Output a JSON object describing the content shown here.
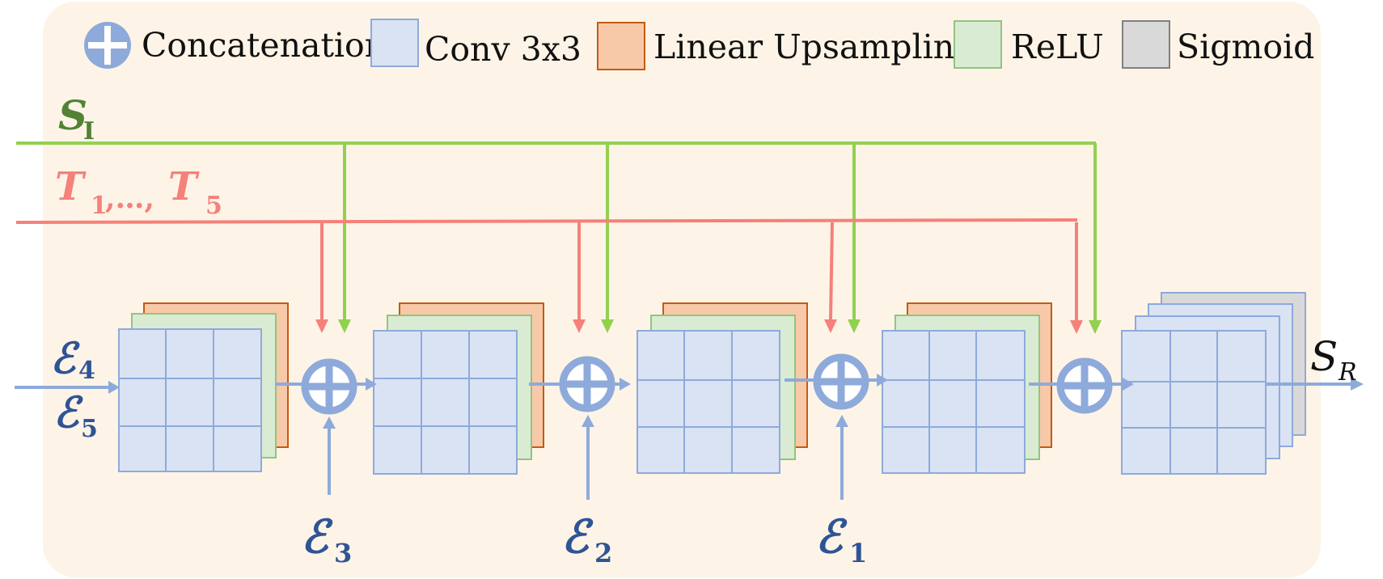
{
  "colors": {
    "background": "#fdf4e7",
    "conv_fill": "#dae3f3",
    "conv_stroke": "#8eaadb",
    "upsample_fill": "#f7c9a9",
    "upsample_stroke": "#c55a11",
    "relu_fill": "#d9ecd3",
    "relu_stroke": "#93c47d",
    "sigmoid_fill": "#d9d9d9",
    "sigmoid_stroke": "#808080",
    "concat": "#8eaadb",
    "green_line": "#92d050",
    "red_line": "#f4817a",
    "arrow_blue": "#8eaadb",
    "enc_text": "#2f5496",
    "s_text": "#538135",
    "t_text": "#f4817a"
  },
  "legend": [
    {
      "label": "Concatenation",
      "icon": "concat-icon"
    },
    {
      "label": "Conv 3x3",
      "icon": "conv-swatch"
    },
    {
      "label": "Linear Upsampling",
      "icon": "upsample-swatch"
    },
    {
      "label": "ReLU",
      "icon": "relu-swatch"
    },
    {
      "label": "Sigmoid",
      "icon": "sigmoid-swatch"
    }
  ],
  "streams": {
    "s_input": {
      "symbol": "S",
      "subscript": "I"
    },
    "t_input": {
      "first": "T",
      "first_sub": "1",
      "sep": ",…, ",
      "last": "T",
      "last_sub": "5"
    }
  },
  "inputs": {
    "left_top": {
      "symbol": "ℰ",
      "subscript": "4"
    },
    "left_bottom": {
      "symbol": "ℰ",
      "subscript": "5"
    },
    "skips": [
      {
        "symbol": "ℰ",
        "subscript": "3"
      },
      {
        "symbol": "ℰ",
        "subscript": "2"
      },
      {
        "symbol": "ℰ",
        "subscript": "1"
      }
    ]
  },
  "output": {
    "symbol": "S",
    "subscript": "R"
  }
}
